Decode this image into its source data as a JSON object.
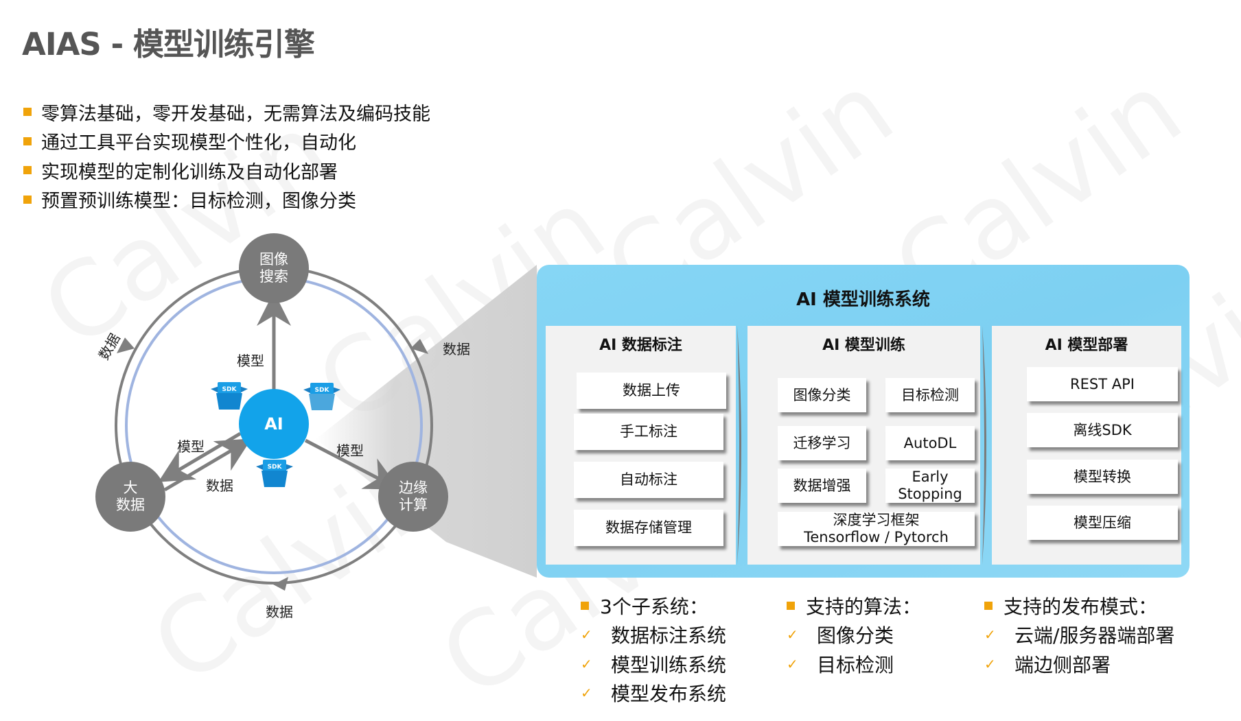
{
  "title": "AIAS - 模型训练引擎",
  "bullets": [
    "零算法基础，零开发基础，无需算法及编码技能",
    "通过工具平台实现模型个性化，自动化",
    "实现模型的定制化训练及自动化部署",
    "预置预训练模型：目标检测，图像分类"
  ],
  "diagram": {
    "nodes": {
      "image_search": [
        "图像",
        "搜索"
      ],
      "big_data": [
        "大",
        "数据"
      ],
      "edge_computing": [
        "边缘",
        "计算"
      ],
      "ai": "AI"
    },
    "sdk_label": "SDK",
    "labels": {
      "model_top": "模型",
      "model_left": "模型",
      "data_left": "数据",
      "model_right": "模型",
      "ring_data_left": "数据",
      "ring_data_right": "数据",
      "ring_data_bottom": "数据"
    },
    "colors": {
      "node_gray": "#7a7a7a",
      "ai_blue": "#12a3ea",
      "ring_gray": "#7f7f7f",
      "ring_blue": "#9fb4e0"
    }
  },
  "panel": {
    "title": "AI 模型训练系统",
    "color": "#86d6f5",
    "columns": [
      {
        "title": "AI 数据标注",
        "items": [
          "数据上传",
          "手工标注",
          "自动标注",
          "数据存储管理"
        ]
      },
      {
        "title": "AI 模型训练",
        "items": [
          "图像分类",
          "目标检测",
          "迁移学习",
          "AutoDL",
          "数据增强",
          "Early Stopping"
        ],
        "framework": [
          "深度学习框架",
          "Tensorflow / Pytorch"
        ]
      },
      {
        "title": "AI 模型部署",
        "items": [
          "REST API",
          "离线SDK",
          "模型转换",
          "模型压缩"
        ]
      }
    ]
  },
  "lists": [
    {
      "heading": "3个子系统：",
      "items": [
        "数据标注系统",
        "模型训练系统",
        "模型发布系统"
      ]
    },
    {
      "heading": "支持的算法：",
      "items": [
        "图像分类",
        "目标检测"
      ]
    },
    {
      "heading": "支持的发布模式：",
      "items": [
        "云端/服务器端部署",
        "端边侧部署"
      ]
    }
  ],
  "check_glyph": "✓",
  "watermark": "Calvin",
  "accent": "#f0a30a"
}
